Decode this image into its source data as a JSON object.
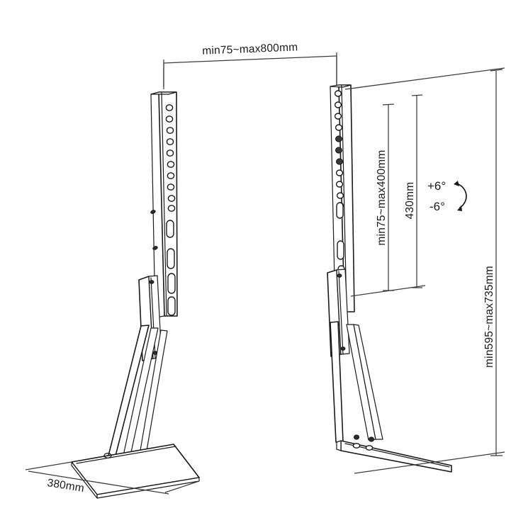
{
  "drawing": {
    "title": "tv-stand-dimension-drawing",
    "background_color": "#ffffff",
    "line_color": "#1a1a1a",
    "dimension_line_color": "#3c3c3c"
  },
  "dimensions": {
    "top_width": "min75~max800mm",
    "vesa_height": "min75~max400mm",
    "panel_height": "430mm",
    "total_height": "min595~max735mm",
    "base_depth": "380mm"
  },
  "tilt": {
    "up_label": "+6°",
    "down_label": "-6°"
  },
  "views": {
    "left": "left-stand-perspective-view",
    "right": "right-stand-side-view"
  }
}
